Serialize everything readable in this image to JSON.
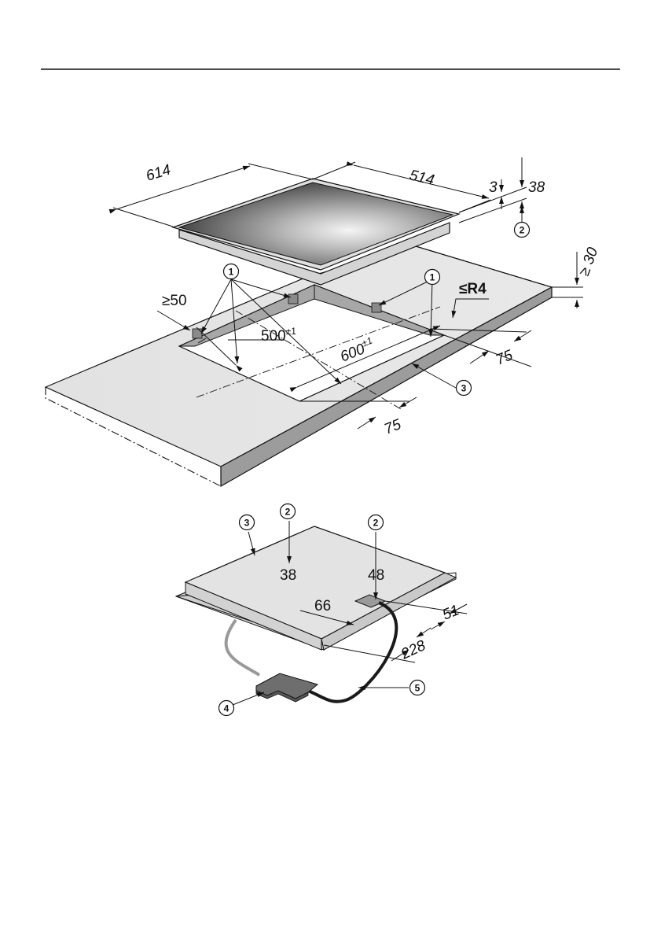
{
  "hob": {
    "width": "614",
    "depth": "514",
    "frame_height": "3",
    "total_height": "38"
  },
  "cutout": {
    "min_edge_distance": "≥50",
    "depth": "500",
    "depth_tolerance": "±1",
    "width": "600",
    "width_tolerance": "±1",
    "corner_radius": "≤R4",
    "min_worktop_thickness": "≥ 30",
    "side_clearance_right": "75",
    "side_clearance_front": "75"
  },
  "underside": {
    "depth_left": "38",
    "depth_right": "48",
    "box_offset": "66",
    "box_offset_side": "51",
    "cable_offset": "228"
  },
  "callouts": [
    "1",
    "1",
    "2",
    "2",
    "2",
    "3",
    "3",
    "4",
    "5"
  ],
  "colors": {
    "worktop": "#e5e5e5",
    "worktop_edge": "#9a9a9a",
    "glass": "#5a5a5a",
    "frame": "#d7d7d7",
    "connection_box": "#6e6e6e",
    "cable": "#1a1a1a"
  }
}
